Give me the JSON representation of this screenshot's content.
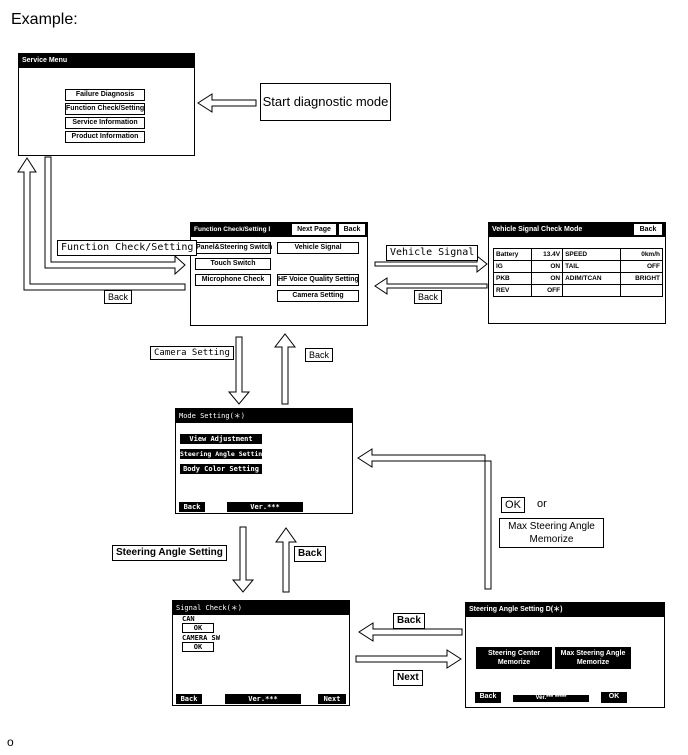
{
  "heading": "Example:",
  "footer_letter": "o",
  "start_box": "Start diagnostic mode",
  "service_menu": {
    "title": "Service Menu",
    "buttons": [
      "Failure Diagnosis",
      "Function Check/Setting",
      "Service Information",
      "Product Information"
    ]
  },
  "function_check": {
    "title": "Function Check/Setting Ⅰ",
    "next_page": "Next Page",
    "back": "Back",
    "buttons": [
      "Panel&Steering Switch",
      "Vehicle Signal",
      "Touch Switch",
      "Microphone Check",
      "HF Voice Quality Setting",
      "Camera Setting"
    ]
  },
  "vehicle_signal": {
    "title": "Vehicle Signal Check Mode",
    "back": "Back",
    "rows": [
      [
        "Battery",
        "13.4V",
        "SPEED",
        "0km/h"
      ],
      [
        "IG",
        "ON",
        "TAIL",
        "OFF"
      ],
      [
        "PKB",
        "ON",
        "ADIM/TCAN",
        "BRIGHT"
      ],
      [
        "REV",
        "OFF",
        "",
        ""
      ]
    ]
  },
  "mode_setting": {
    "title": "Mode Setting(＊)",
    "buttons": [
      "View Adjustment",
      "Steering Angle Setting",
      "Body Color Setting"
    ],
    "back": "Back",
    "version": "Ver.***"
  },
  "signal_check": {
    "title": "Signal Check(＊)",
    "can_label": "CAN",
    "can_value": "OK",
    "camera_label": "CAMERA SW",
    "camera_value": "OK",
    "back": "Back",
    "version": "Ver.***",
    "next": "Next"
  },
  "steering_angle": {
    "title": "Steering Angle Setting D(＊)",
    "center": "Steering Center Memorize",
    "max": "Max Steering Angle Memorize",
    "back": "Back",
    "version": "Ver.*** *****",
    "ok": "OK"
  },
  "labels": {
    "function_check_setting": "Function Check/Setting",
    "back_1": "Back",
    "vehicle_signal": "Vehicle Signal",
    "back_2": "Back",
    "camera_setting": "Camera Setting",
    "back_3": "Back",
    "ok": "OK",
    "or": "or",
    "max_steering": "Max Steering Angle Memorize",
    "steering_angle_setting": "Steering Angle Setting",
    "back_4": "Back",
    "back_5": "Back",
    "next": "Next"
  }
}
